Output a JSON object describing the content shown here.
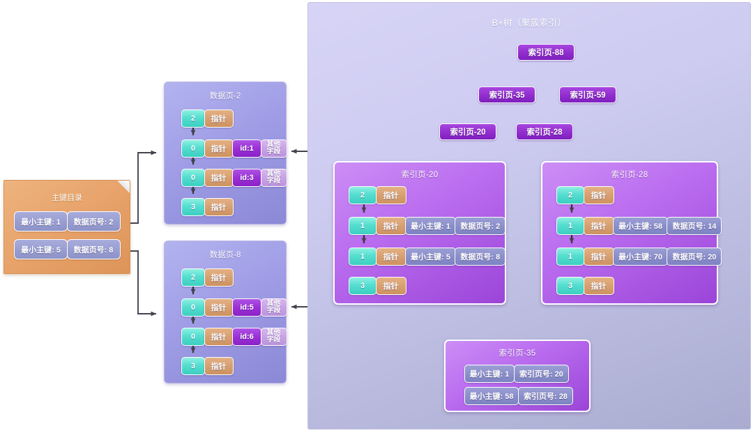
{
  "diagram": {
    "title": "B+树（聚簇索引）",
    "labels": {
      "pointer": "指针",
      "other_fields": "其他字段"
    }
  },
  "primary_directory": {
    "title": "主键目录",
    "rows": [
      {
        "min_key": "最小主键: 1",
        "page_no": "数据页号: 2"
      },
      {
        "min_key": "最小主键: 5",
        "page_no": "数据页号: 8"
      }
    ]
  },
  "data_pages": [
    {
      "title": "数据页-2",
      "rows": [
        {
          "slot": "2",
          "pointer": "指针",
          "id": null,
          "other": null
        },
        {
          "slot": "0",
          "pointer": "指针",
          "id": "id:1",
          "other": "其他字段"
        },
        {
          "slot": "0",
          "pointer": "指针",
          "id": "id:3",
          "other": "其他字段"
        },
        {
          "slot": "3",
          "pointer": "指针",
          "id": null,
          "other": null
        }
      ]
    },
    {
      "title": "数据页-8",
      "rows": [
        {
          "slot": "2",
          "pointer": "指针",
          "id": null,
          "other": null
        },
        {
          "slot": "0",
          "pointer": "指针",
          "id": "id:5",
          "other": "其他字段"
        },
        {
          "slot": "0",
          "pointer": "指针",
          "id": "id:6",
          "other": "其他字段"
        },
        {
          "slot": "3",
          "pointer": "指针",
          "id": null,
          "other": null
        }
      ]
    }
  ],
  "tree_nodes": [
    {
      "label": "索引页-88"
    },
    {
      "label": "索引页-35"
    },
    {
      "label": "索引页-59"
    },
    {
      "label": "索引页-20"
    },
    {
      "label": "索引页-28"
    }
  ],
  "index_panels": [
    {
      "title": "索引页-20",
      "rows": [
        {
          "slot": "2",
          "pointer": "指针",
          "min_key": null,
          "page_no": null
        },
        {
          "slot": "1",
          "pointer": "指针",
          "min_key": "最小主键: 1",
          "page_no": "数据页号: 2"
        },
        {
          "slot": "1",
          "pointer": "指针",
          "min_key": "最小主键: 5",
          "page_no": "数据页号: 8"
        },
        {
          "slot": "3",
          "pointer": "指针",
          "min_key": null,
          "page_no": null
        }
      ]
    },
    {
      "title": "索引页-28",
      "rows": [
        {
          "slot": "2",
          "pointer": "指针",
          "min_key": null,
          "page_no": null
        },
        {
          "slot": "1",
          "pointer": "指针",
          "min_key": "最小主键: 58",
          "page_no": "数据页号: 14"
        },
        {
          "slot": "1",
          "pointer": "指针",
          "min_key": "最小主键: 70",
          "page_no": "数据页号: 20"
        },
        {
          "slot": "3",
          "pointer": "指针",
          "min_key": null,
          "page_no": null
        }
      ]
    }
  ],
  "root_panel": {
    "title": "索引页-35",
    "rows": [
      {
        "min_key": "最小主键: 1",
        "page_no": "索引页号: 20"
      },
      {
        "min_key": "最小主键: 58",
        "page_no": "索引页号: 28"
      }
    ]
  },
  "colors": {
    "teal": "#4cd8c9",
    "tan": "#d8a070",
    "purple": "#9b31d6",
    "lavender": "#c9a3e6",
    "blue": "#8b90cb",
    "orange": "#e6a168",
    "edge": "#4a4a55",
    "canvas": "#cdcbf0"
  }
}
